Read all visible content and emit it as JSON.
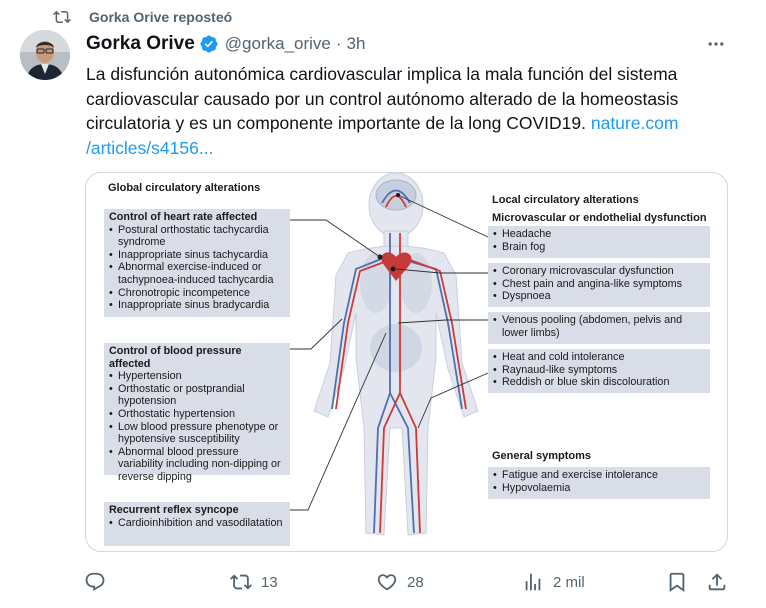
{
  "repost": {
    "text": "Gorka Orive reposteó",
    "icon": "repost-icon"
  },
  "author": {
    "name": "Gorka Orive",
    "handle": "@gorka_orive",
    "separator": "·",
    "time": "3h",
    "verified_color": "#1d9bf0"
  },
  "tweet": {
    "text": "La disfunción autonómica cardiovascular implica la mala función del sistema cardiovascular causado por un control autónomo alterado de la homeostasis circulatoria y es un componente importante de la long COVID19. ",
    "link_line1": "nature.com",
    "link_line2": "/articles/s4156..."
  },
  "figure": {
    "global_title": "Global circulatory alterations",
    "heart_rate": {
      "title": "Control of heart rate affected",
      "items": [
        "Postural orthostatic tachycardia syndrome",
        "Inappropriate sinus tachycardia",
        "Abnormal exercise-induced or tachypnoea-induced tachycardia",
        "Chronotropic incompetence",
        "Inappropriate sinus bradycardia"
      ]
    },
    "blood_pressure": {
      "title": "Control of blood pressure affected",
      "items": [
        "Hypertension",
        "Orthostatic or postprandial hypotension",
        "Orthostatic hypertension",
        "Low blood pressure phenotype or hypotensive susceptibility",
        "Abnormal blood pressure variability including non-dipping or reverse dipping"
      ]
    },
    "syncope": {
      "title": "Recurrent reflex syncope",
      "items": [
        "Cardioinhibition and vasodilatation"
      ]
    },
    "local_title": "Local circulatory alterations",
    "micro_title": "Microvascular or endothelial dysfunction",
    "local_groups": [
      [
        "Headache",
        "Brain fog"
      ],
      [
        "Coronary microvascular dysfunction",
        "Chest pain and angina-like symptoms",
        "Dyspnoea"
      ],
      [
        "Venous pooling (abdomen, pelvis and lower limbs)"
      ],
      [
        "Heat and cold intolerance",
        "Raynaud-like symptoms",
        "Reddish or blue skin discolouration"
      ]
    ],
    "general_title": "General symptoms",
    "general_items": [
      "Fatigue and exercise intolerance",
      "Hypovolaemia"
    ]
  },
  "actions": {
    "reply": {
      "icon": "reply-icon",
      "count": ""
    },
    "repost": {
      "icon": "repost-icon",
      "count": "13"
    },
    "like": {
      "icon": "heart-icon",
      "count": "28"
    },
    "views": {
      "icon": "views-icon",
      "count": "2 mil"
    },
    "bookmark": {
      "icon": "bookmark-icon"
    },
    "share": {
      "icon": "share-icon"
    }
  }
}
